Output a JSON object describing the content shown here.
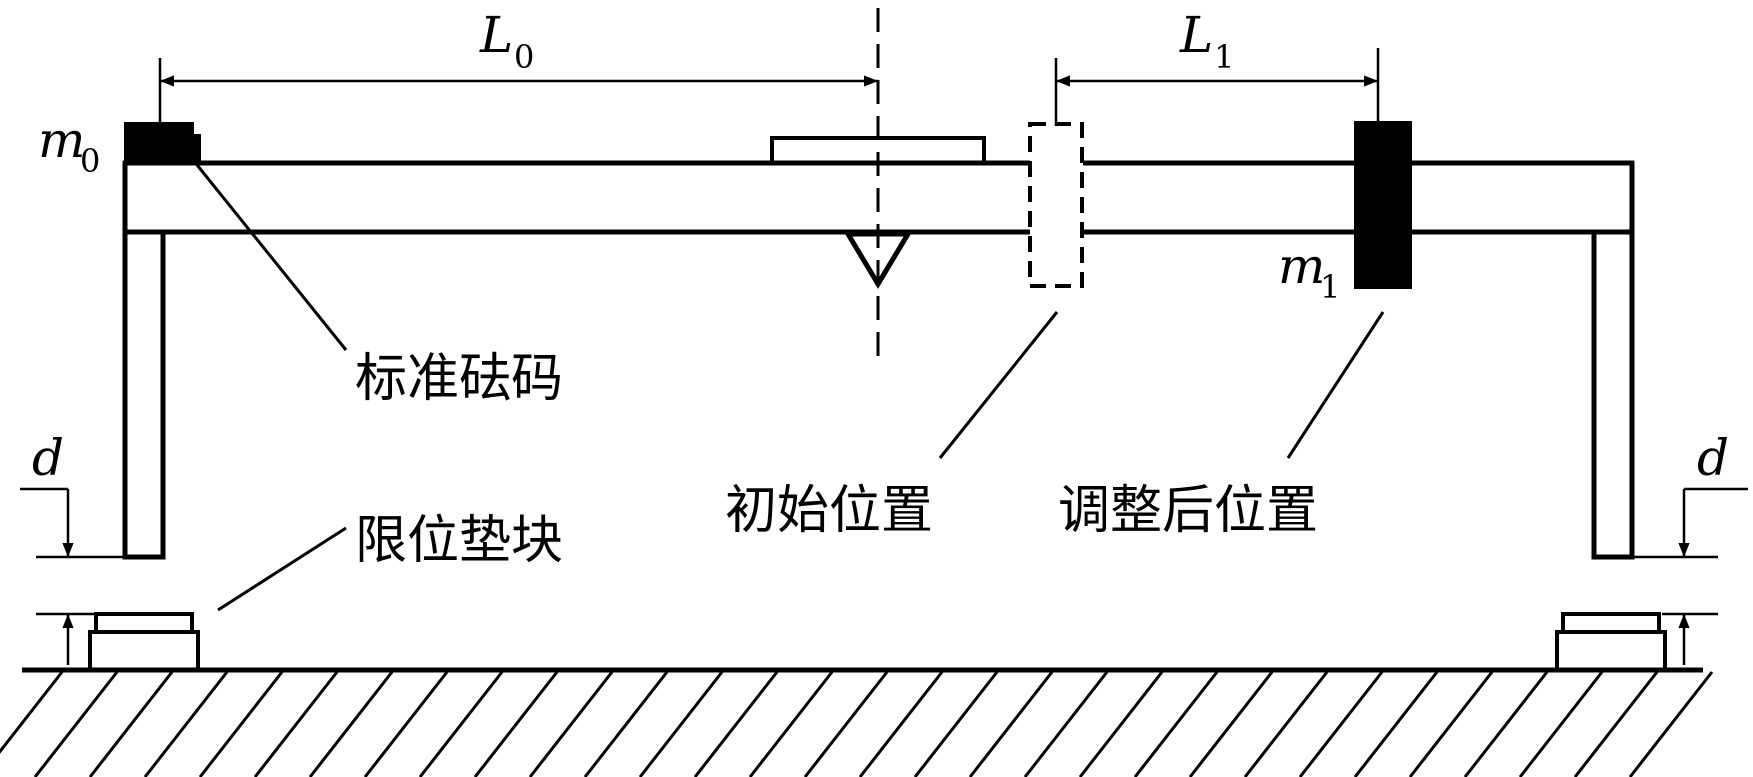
{
  "dimensions": {
    "L0": {
      "symbol": "L",
      "subscript": "0"
    },
    "L1": {
      "symbol": "L",
      "subscript": "1"
    }
  },
  "masses": {
    "m0": {
      "symbol": "m",
      "subscript": "0"
    },
    "m1": {
      "symbol": "m",
      "subscript": "1"
    }
  },
  "gaps": {
    "left": "d",
    "right": "d"
  },
  "labels": {
    "standard_weight": "标准砝码",
    "limit_pad": "限位垫块",
    "initial_position": "初始位置",
    "adjusted_position": "调整后位置"
  },
  "colors": {
    "stroke": "#000000",
    "background": "#ffffff"
  }
}
